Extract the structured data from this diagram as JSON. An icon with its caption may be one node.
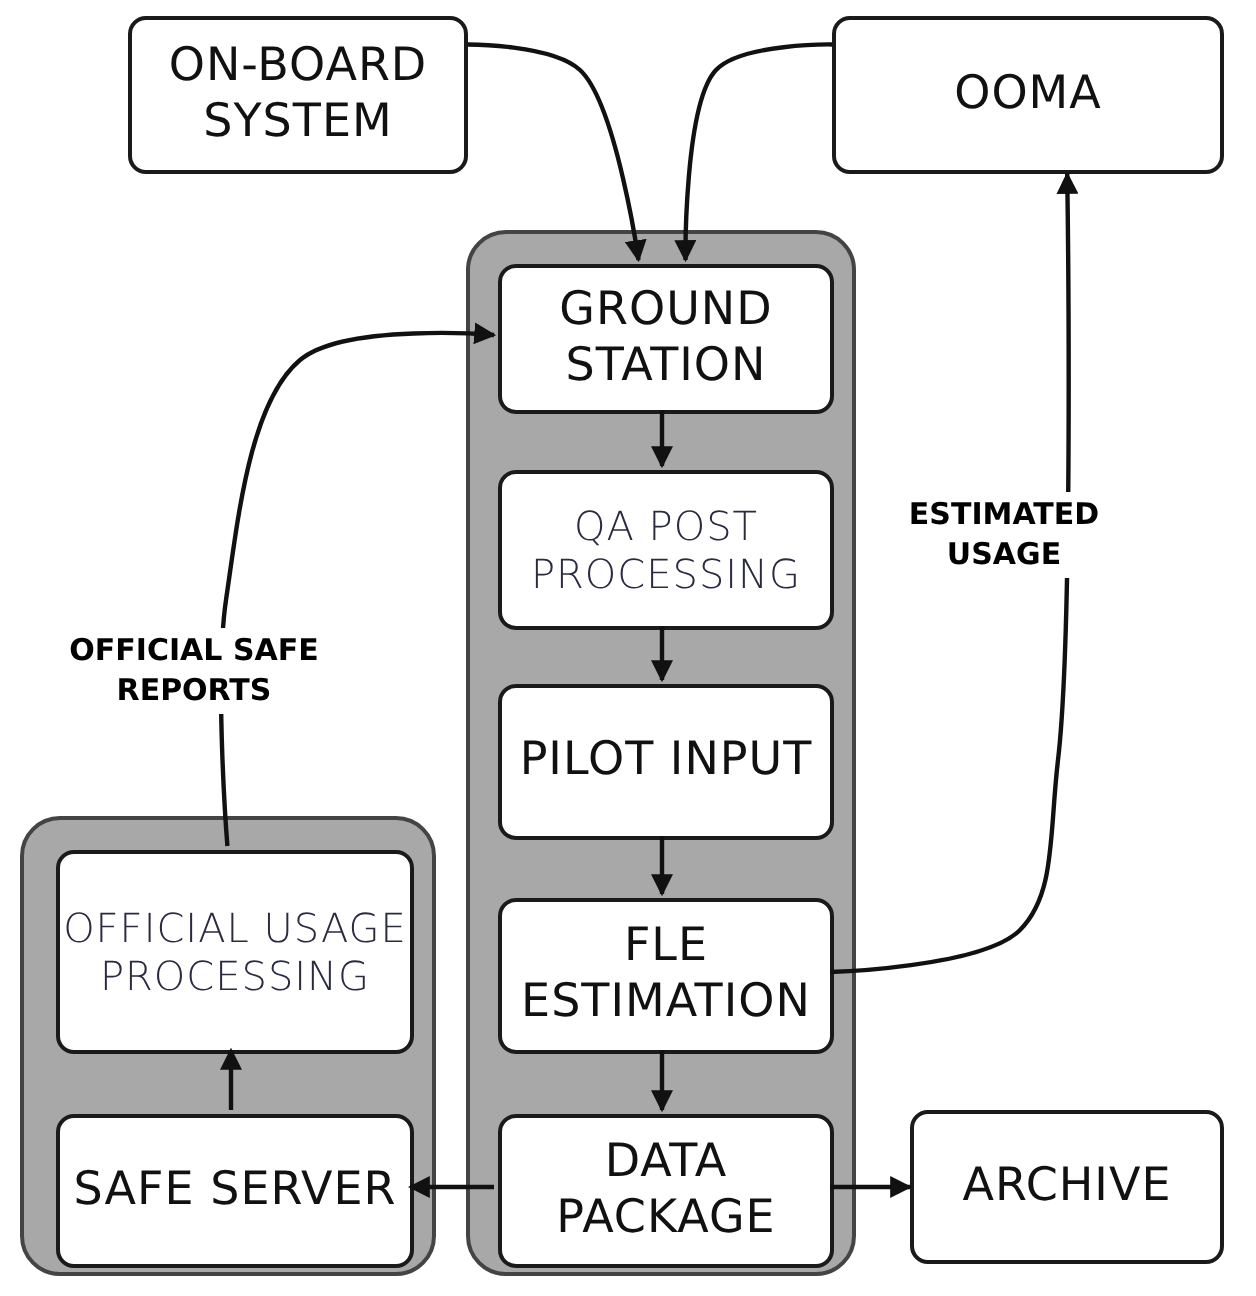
{
  "diagram": {
    "nodes": [
      {
        "text": [
          "ON-BOARD SYSTEM"
        ]
      },
      {
        "text": [
          "OOMA"
        ]
      },
      {
        "text": [],
        "shape": "box"
      },
      {
        "text": [
          "GROUND STATION"
        ],
        "in": 2
      },
      {
        "text": [
          "QA POST PROCESSING"
        ],
        "in": 2
      },
      {
        "text": [
          "PILOT INPUT"
        ],
        "in": 2
      },
      {
        "text": [
          "FLE ESTIMATION"
        ],
        "in": 2
      },
      {
        "text": [
          "DATA PACKAGE"
        ],
        "in": 2
      },
      {
        "text": [],
        "shape": "box"
      },
      {
        "text": [
          "OFFICIAL USAGE PROCESSING"
        ],
        "in": 8
      },
      {
        "text": [
          "SAFE SERVER"
        ],
        "in": 8
      },
      {
        "text": [
          "ARCHIVE"
        ]
      }
    ],
    "edges": [
      {
        "from": 0,
        "to": 3,
        "arrow": "to"
      },
      {
        "from": 1,
        "to": 3,
        "arrow": "to"
      },
      {
        "from": 3,
        "to": 4,
        "arrow": "to"
      },
      {
        "from": 4,
        "to": 5,
        "arrow": "to"
      },
      {
        "from": 5,
        "to": 6,
        "arrow": "to"
      },
      {
        "from": 6,
        "to": 7,
        "arrow": "to"
      },
      {
        "from": 6,
        "to": 1,
        "arrow": "to",
        "label": "ESTIMATED USAGE"
      },
      {
        "from": 9,
        "to": 3,
        "arrow": "to",
        "label": "OFFICIAL SAFE REPORTS"
      },
      {
        "from": 10,
        "to": 9,
        "arrow": "to"
      },
      {
        "from": 7,
        "to": 10,
        "arrow": "to"
      },
      {
        "from": 7,
        "to": 11,
        "arrow": "to"
      }
    ]
  }
}
